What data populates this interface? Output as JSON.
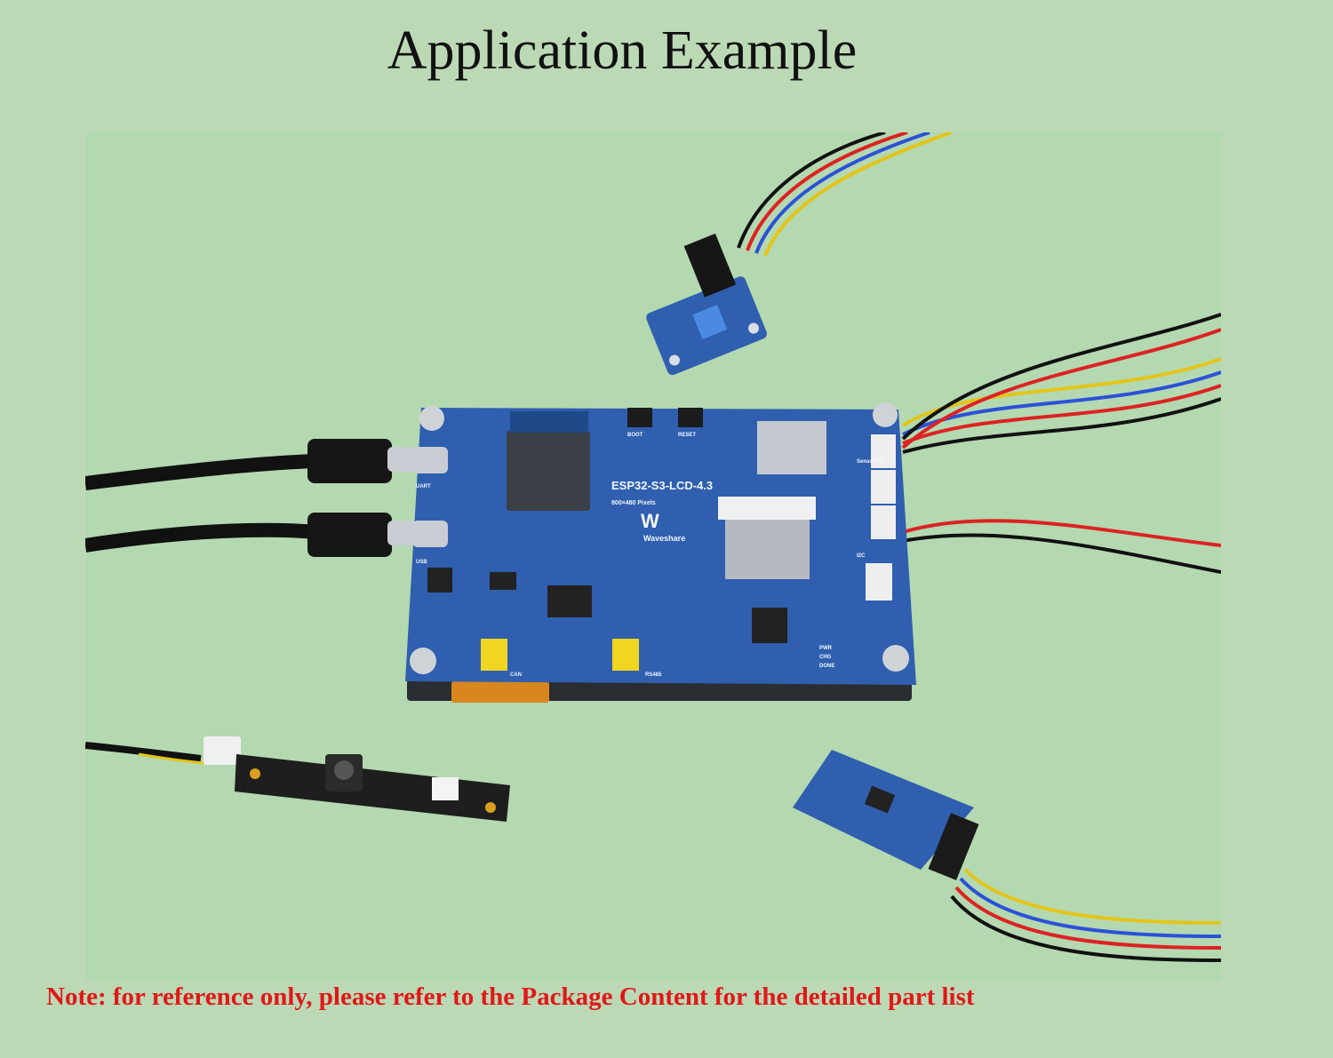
{
  "page": {
    "title": "Application Example",
    "note": "Note: for reference only, please refer to the Package Content for the detailed part list"
  },
  "board": {
    "model": "ESP32-S3-LCD-4.3",
    "resolution": "800×480 Pixels",
    "brand": "Waveshare",
    "boot_label": "BOOT",
    "reset_label": "RESET",
    "uart_label": "UART",
    "usb_label": "USB",
    "can_label": "CAN",
    "rs485_label": "RS485",
    "pwr_label": "PWR",
    "chg_label": "CHG",
    "done_label": "DONE",
    "i2c_label": "I2C",
    "sensor_label": "Sensor AD"
  },
  "colors": {
    "background": "#bcd9b6",
    "photo_background": "#b4d8b0",
    "pcb_blue": "#2f5fae",
    "note_red": "#e01818"
  }
}
